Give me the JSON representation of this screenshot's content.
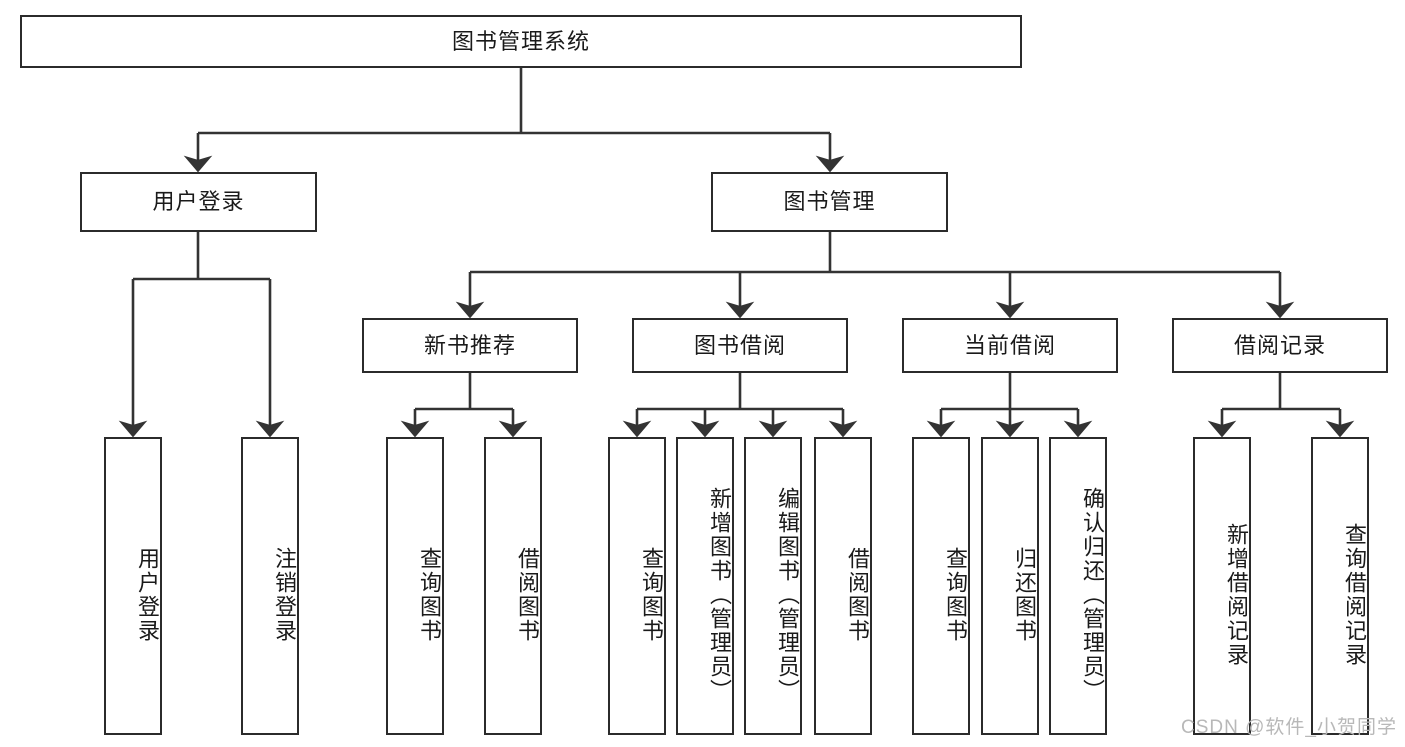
{
  "diagram": {
    "type": "tree",
    "title": "图书管理系统",
    "root": {
      "label": "图书管理系统"
    },
    "level2": [
      {
        "label": "用户登录"
      },
      {
        "label": "图书管理"
      }
    ],
    "level3": [
      {
        "label": "新书推荐"
      },
      {
        "label": "图书借阅"
      },
      {
        "label": "当前借阅"
      },
      {
        "label": "借阅记录"
      }
    ],
    "leaves": {
      "user_login": [
        {
          "label": "用户登录"
        },
        {
          "label": "注销登录"
        }
      ],
      "new_book": [
        {
          "label": "查询图书"
        },
        {
          "label": "借阅图书"
        }
      ],
      "book_borrow": [
        {
          "label": "查询图书"
        },
        {
          "label": "新增图书（管理员）"
        },
        {
          "label": "编辑图书（管理员）"
        },
        {
          "label": "借阅图书"
        }
      ],
      "current_borrow": [
        {
          "label": "查询图书"
        },
        {
          "label": "归还图书"
        },
        {
          "label": "确认归还（管理员）"
        }
      ],
      "borrow_record": [
        {
          "label": "新增借阅记录"
        },
        {
          "label": "查询借阅记录"
        }
      ]
    }
  },
  "watermark": {
    "text": "CSDN @软件_小贺同学"
  },
  "colors": {
    "box_border": "#2b2b2b",
    "box_fill": "#ffffff",
    "line": "#333333",
    "text": "#1a1a1a",
    "watermark": "#b8b8b8"
  }
}
